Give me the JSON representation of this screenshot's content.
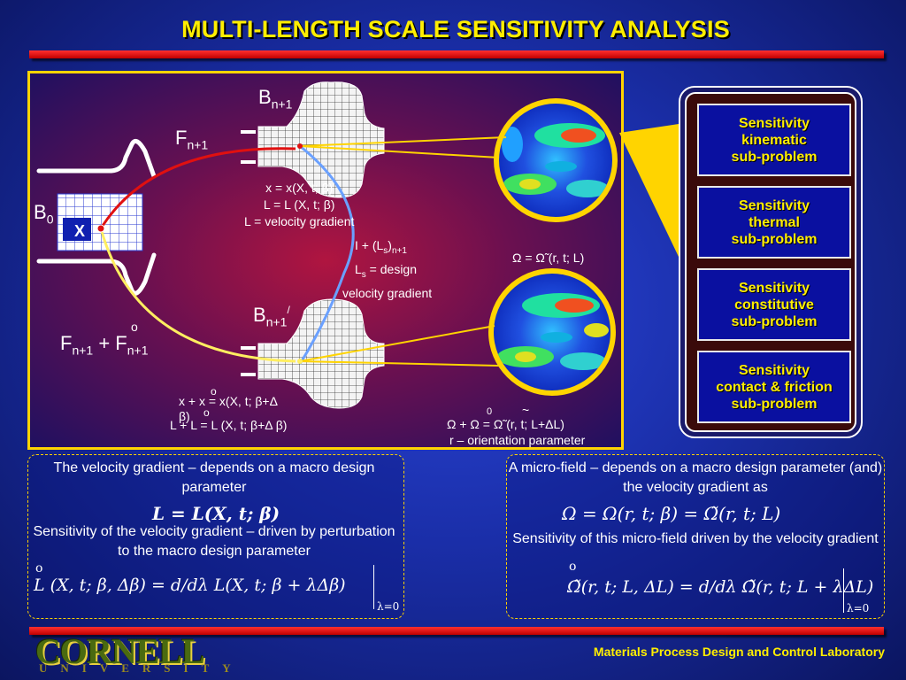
{
  "title": "MULTI-LENGTH SCALE SENSITIVITY ANALYSIS",
  "diagram": {
    "x_label": "X",
    "b0": {
      "main": "B",
      "sub": "0"
    },
    "bn1": {
      "main": "B",
      "sub": "n+1"
    },
    "bn1_prime": {
      "main": "B",
      "sup": "/",
      "sub": "n+1"
    },
    "fn1": {
      "main": "F",
      "sub": "n+1"
    },
    "fn1_sum": {
      "a": "F",
      "a_sub": "n+1",
      "plus": " + ",
      "b": "F",
      "b_sub": "n+1",
      "o": "o"
    },
    "eq_top": [
      "x = x(X, t; β)",
      "L  =  L (X, t; β)",
      "L = velocity gradient"
    ],
    "mid_text": {
      "line1": "I + (L",
      "line1_sub": "s",
      "line1_close": ")",
      "line1_sub2": "n+1",
      "line2": "L",
      "line2_sub": "s",
      "line2_rest": " = design",
      "line3": "velocity gradient"
    },
    "omega_top": "Ω = Ω̃ (r, t; L)",
    "eq_bottom": [
      "x + x = x(X, t; β+Δ",
      "β)",
      "L + L  = L (X, t; β+Δ β)"
    ],
    "omega_bottom": "Ω  + Ω  = Ω̃ (r, t; L+ΔL)",
    "r_param": "r – orientation parameter",
    "o_marks": [
      "o",
      "o",
      "0",
      "~"
    ]
  },
  "sensitivity_boxes": [
    "Sensitivity\nkinematic\nsub-problem",
    "Sensitivity\nthermal\nsub-problem",
    "Sensitivity\nconstitutive\nsub-problem",
    "Sensitivity\ncontact & friction\nsub-problem"
  ],
  "left_box": {
    "text1": "The velocity gradient – depends on a macro design parameter",
    "eq1": "L = L(X, t; β)",
    "text2": "Sensitivity of the velocity gradient – driven by perturbation to the macro design parameter",
    "eq2": "L (X, t; β, Δβ) = d/dλ L(X, t; β + λΔβ)",
    "eq2_eval": "λ=0",
    "eq2_o": "o"
  },
  "right_box": {
    "text1": "A micro-field – depends on a macro design parameter (and) the velocity gradient as",
    "eq1": "Ω   =   Ω(r, t; β)   =   Ω̃(r, t; L)",
    "text2": "Sensitivity of this micro-field driven by the velocity gradient",
    "eq2": "Ω̃(r, t; L, ΔL) = d/dλ Ω̃(r, t; L + λΔL)",
    "eq2_eval": "λ=0",
    "eq2_o": "o"
  },
  "footer": {
    "logo": "CORNELL",
    "logo_sub": "UNIVERSITY",
    "lab": "Materials Process Design and Control Laboratory"
  }
}
